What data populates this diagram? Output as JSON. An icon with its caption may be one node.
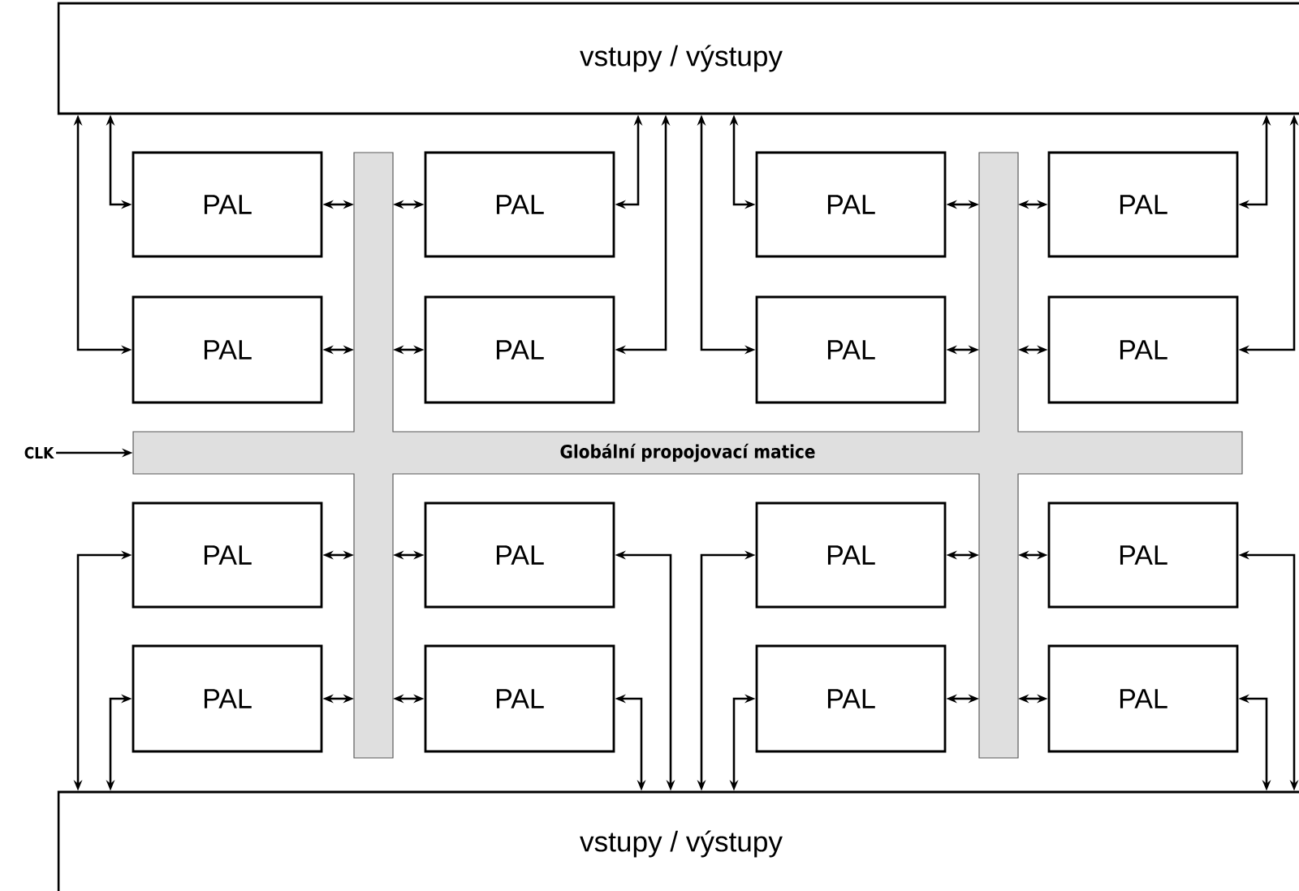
{
  "diagram": {
    "nodes": [
      {
        "text": [
          "vstupy / výstupy"
        ]
      },
      {
        "text": [
          "PAL"
        ]
      },
      {
        "text": [
          "PAL"
        ]
      },
      {
        "text": [
          "PAL"
        ]
      },
      {
        "text": [
          "PAL"
        ]
      },
      {
        "text": [
          "PAL"
        ]
      },
      {
        "text": [
          "PAL"
        ]
      },
      {
        "text": [
          "PAL"
        ]
      },
      {
        "text": [
          "PAL"
        ]
      },
      {
        "text": [
          "CLK"
        ]
      },
      {
        "text": [
          "Globální propojovací matice"
        ]
      },
      {
        "text": [
          "PAL"
        ]
      },
      {
        "text": [
          "PAL"
        ]
      },
      {
        "text": [
          "PAL"
        ]
      },
      {
        "text": [
          "PAL"
        ]
      },
      {
        "text": [
          "PAL"
        ]
      },
      {
        "text": [
          "PAL"
        ]
      },
      {
        "text": [
          "PAL"
        ]
      },
      {
        "text": [
          "PAL"
        ]
      },
      {
        "text": [
          "vstupy / výstupy"
        ]
      }
    ],
    "edges": [
      {
        "from": 1,
        "to": 0,
        "arrow": "both"
      },
      {
        "from": 2,
        "to": 0,
        "arrow": "both"
      },
      {
        "from": 3,
        "to": 0,
        "arrow": "both"
      },
      {
        "from": 4,
        "to": 0,
        "arrow": "both"
      },
      {
        "from": 5,
        "to": 0,
        "arrow": "both"
      },
      {
        "from": 6,
        "to": 0,
        "arrow": "both"
      },
      {
        "from": 7,
        "to": 0,
        "arrow": "both"
      },
      {
        "from": 8,
        "to": 0,
        "arrow": "both"
      },
      {
        "from": 1,
        "to": 10,
        "arrow": "both"
      },
      {
        "from": 2,
        "to": 10,
        "arrow": "both"
      },
      {
        "from": 3,
        "to": 10,
        "arrow": "both"
      },
      {
        "from": 4,
        "to": 10,
        "arrow": "both"
      },
      {
        "from": 5,
        "to": 10,
        "arrow": "both"
      },
      {
        "from": 6,
        "to": 10,
        "arrow": "both"
      },
      {
        "from": 7,
        "to": 10,
        "arrow": "both"
      },
      {
        "from": 8,
        "to": 10,
        "arrow": "both"
      },
      {
        "from": 9,
        "to": 10,
        "arrow": "to"
      },
      {
        "from": 11,
        "to": 10,
        "arrow": "both"
      },
      {
        "from": 12,
        "to": 10,
        "arrow": "both"
      },
      {
        "from": 13,
        "to": 10,
        "arrow": "both"
      },
      {
        "from": 14,
        "to": 10,
        "arrow": "both"
      },
      {
        "from": 15,
        "to": 10,
        "arrow": "both"
      },
      {
        "from": 16,
        "to": 10,
        "arrow": "both"
      },
      {
        "from": 17,
        "to": 10,
        "arrow": "both"
      },
      {
        "from": 18,
        "to": 10,
        "arrow": "both"
      },
      {
        "from": 11,
        "to": 19,
        "arrow": "both"
      },
      {
        "from": 12,
        "to": 19,
        "arrow": "both"
      },
      {
        "from": 13,
        "to": 19,
        "arrow": "both"
      },
      {
        "from": 14,
        "to": 19,
        "arrow": "both"
      },
      {
        "from": 15,
        "to": 19,
        "arrow": "both"
      },
      {
        "from": 16,
        "to": 19,
        "arrow": "both"
      },
      {
        "from": 17,
        "to": 19,
        "arrow": "both"
      },
      {
        "from": 18,
        "to": 19,
        "arrow": "both"
      }
    ]
  }
}
